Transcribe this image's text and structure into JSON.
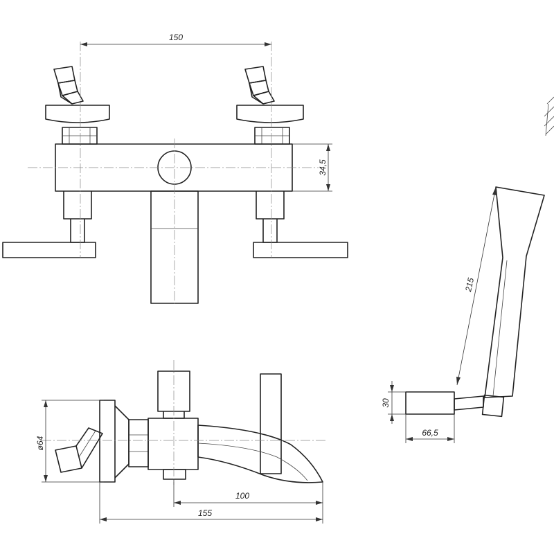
{
  "dimensions": {
    "handle_spacing": "150",
    "body_height": "34,5",
    "hose_length": "215",
    "holder_height": "30",
    "holder_width": "66,5",
    "spout_reach": "100",
    "total_depth": "155",
    "flange_diameter": "ø64"
  },
  "colors": {
    "line": "#222222",
    "background": "#ffffff"
  }
}
